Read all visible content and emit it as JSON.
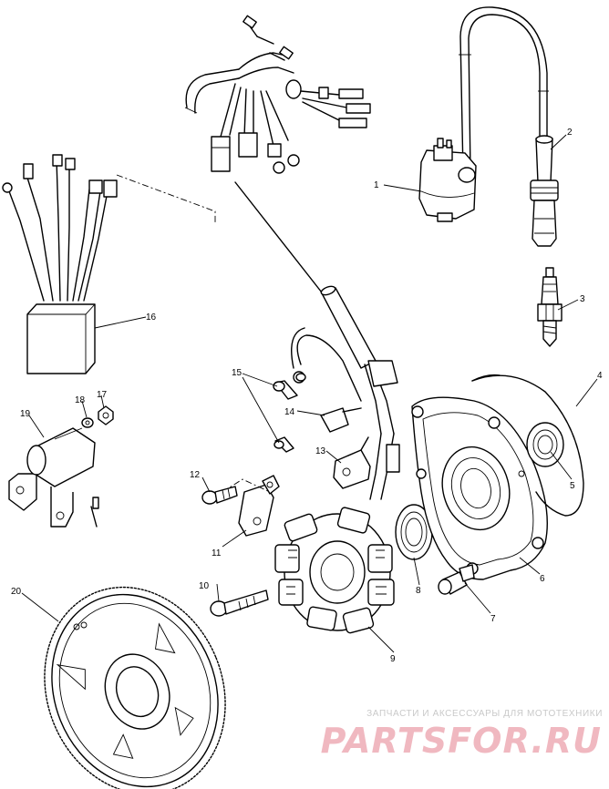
{
  "callouts": [
    "1",
    "2",
    "3",
    "4",
    "5",
    "6",
    "7",
    "8",
    "9",
    "10",
    "11",
    "12",
    "13",
    "14",
    "15",
    "16",
    "17",
    "18",
    "19",
    "20"
  ],
  "watermark": {
    "tagline": "ЗАПЧАСТИ И АКСЕССУАРЫ ДЛЯ МОТОТЕХНИКИ",
    "logo": "PARTSFOR.RU"
  }
}
